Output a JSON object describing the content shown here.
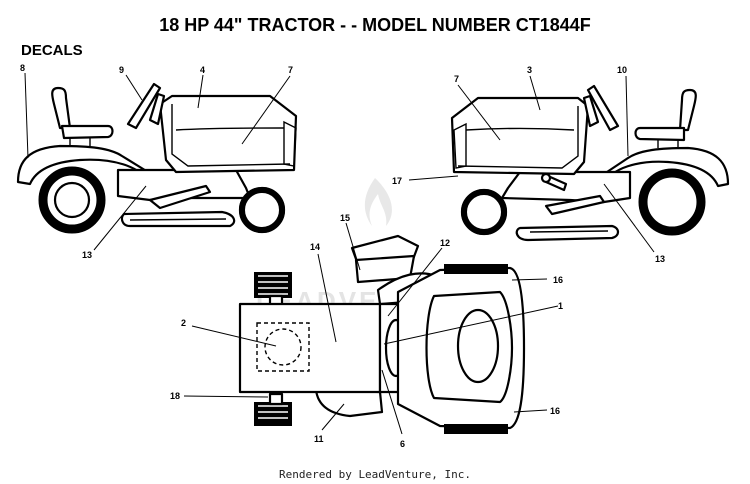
{
  "title": "18 HP 44\" TRACTOR - - MODEL NUMBER CT1844F",
  "section_label": "DECALS",
  "watermark": "LEADVENTURE",
  "footer": "Rendered by LeadVenture, Inc.",
  "callouts": {
    "n1": "1",
    "n2": "2",
    "n3": "3",
    "n4": "4",
    "n6": "6",
    "n7a": "7",
    "n7b": "7",
    "n8": "8",
    "n9": "9",
    "n10": "10",
    "n11": "11",
    "n12": "12",
    "n13a": "13",
    "n13b": "13",
    "n14": "14",
    "n15": "15",
    "n16a": "16",
    "n16b": "16",
    "n17": "17",
    "n18": "18"
  },
  "colors": {
    "line": "#000000",
    "background": "#ffffff",
    "watermark": "#e6e6e6",
    "rendered_text": "#222222"
  }
}
